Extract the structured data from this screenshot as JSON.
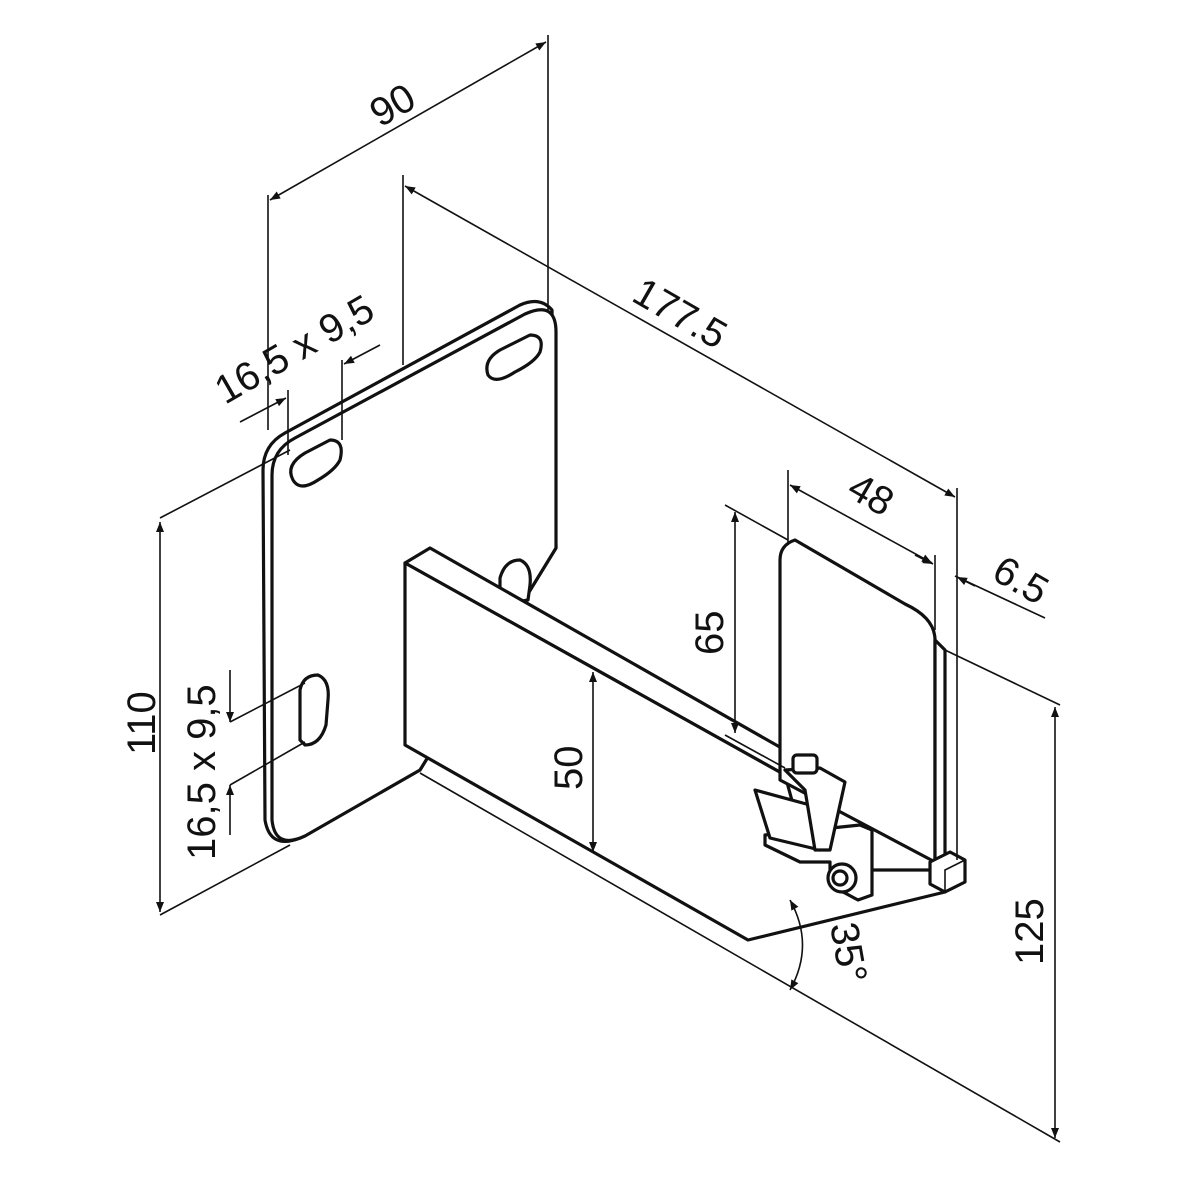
{
  "drawing": {
    "dimensions": {
      "width_90": "90",
      "length_177_5": "177.5",
      "slot_top": "16,5 x 9,5",
      "slot_left": "16,5 x 9,5",
      "height_110": "110",
      "height_50": "50",
      "height_65": "65",
      "width_48": "48",
      "thickness_6_5": "6.5",
      "height_125": "125",
      "angle_35": "35°"
    },
    "colors": {
      "line": "#111111",
      "background": "#ffffff"
    }
  }
}
